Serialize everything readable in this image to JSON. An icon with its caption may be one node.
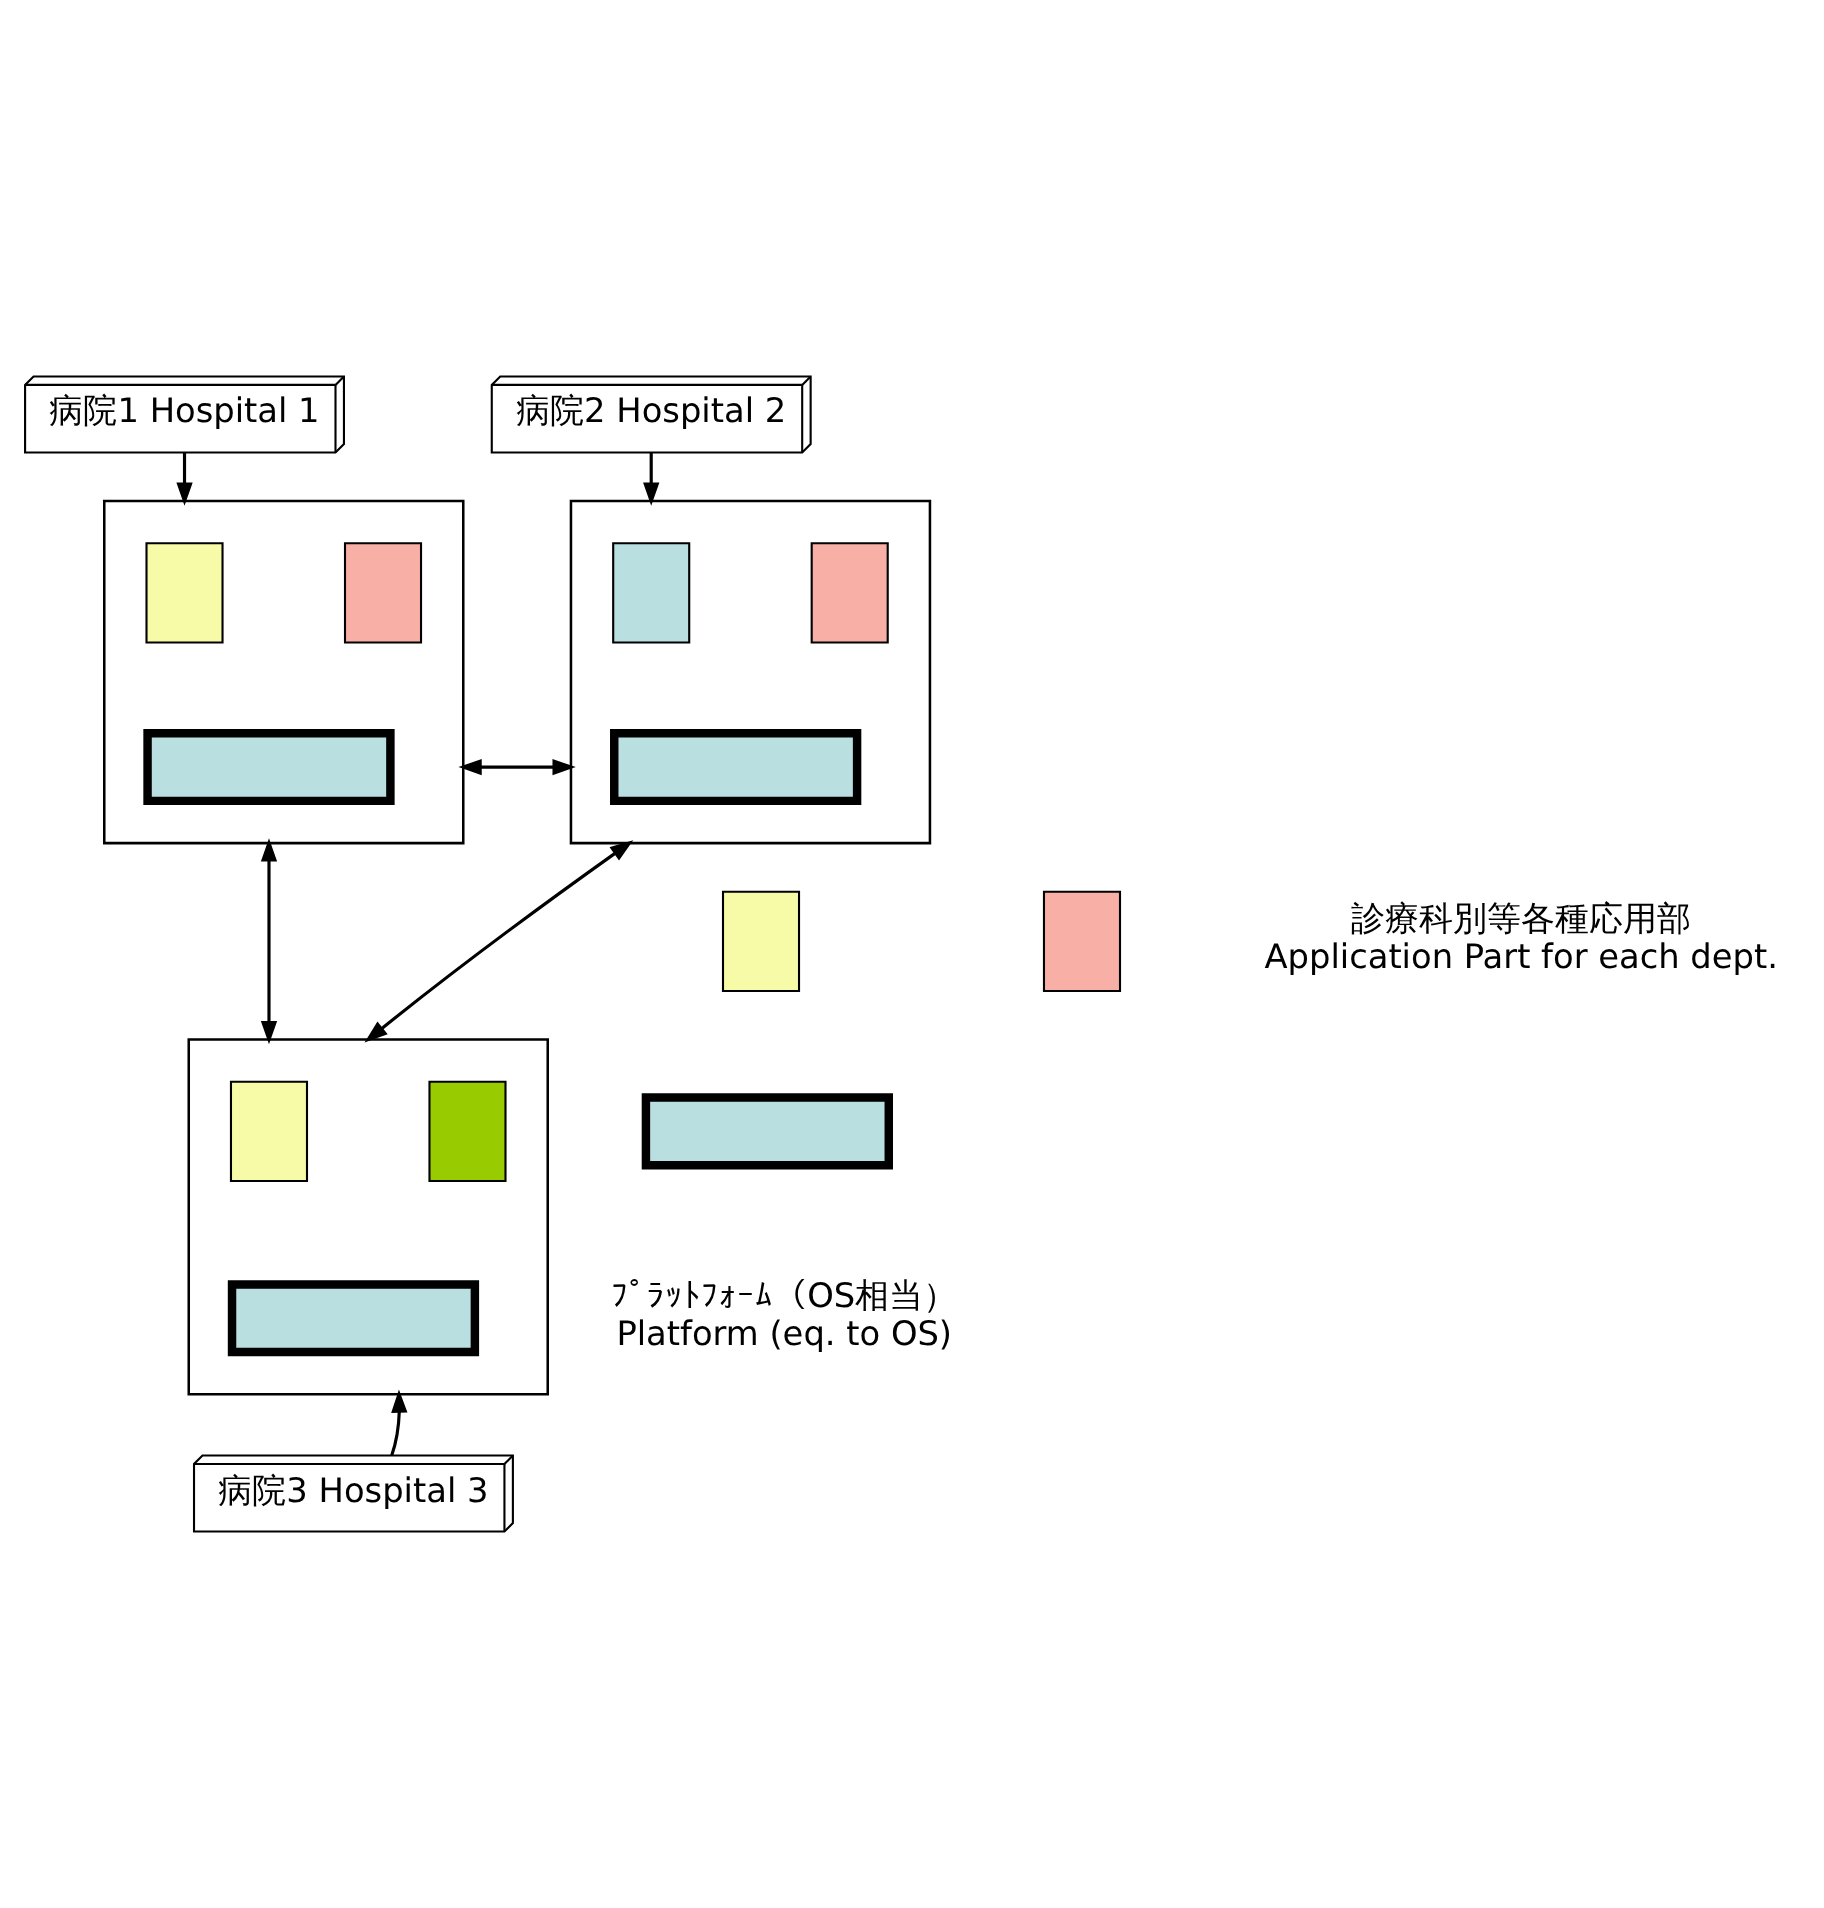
{
  "diagram": {
    "nodes": [
      {
        "text": [
          "病院1 Hospital 1"
        ]
      },
      {
        "text": [
          "病院2 Hospital 2"
        ]
      },
      {
        "text": [],
        "shape": "box"
      },
      {
        "text": [],
        "shape": "box",
        "in": 2
      },
      {
        "text": [],
        "shape": "box",
        "in": 2
      },
      {
        "text": [],
        "shape": "box",
        "in": 2
      },
      {
        "text": [],
        "shape": "box"
      },
      {
        "text": [],
        "shape": "box",
        "in": 6
      },
      {
        "text": [],
        "shape": "box",
        "in": 6
      },
      {
        "text": [],
        "shape": "box",
        "in": 6
      },
      {
        "text": [],
        "shape": "box"
      },
      {
        "text": [],
        "shape": "box",
        "in": 10
      },
      {
        "text": [],
        "shape": "box",
        "in": 10
      },
      {
        "text": [],
        "shape": "box",
        "in": 10
      },
      {
        "text": [
          "病院3 Hospital 3"
        ]
      },
      {
        "text": [],
        "shape": "box"
      },
      {
        "text": [],
        "shape": "box",
        "beside": [
          "診療科別等各種応用部",
          "Application Part for each dept."
        ]
      },
      {
        "text": [],
        "shape": "box",
        "beside": [
          "ﾌﾟﾗｯﾄﾌｫｰﾑ（OS相当）",
          "Platform (eq. to OS)"
        ]
      }
    ],
    "edges": [
      {
        "from": 0,
        "to": 2,
        "arrow": "to"
      },
      {
        "from": 1,
        "to": 6,
        "arrow": "to"
      },
      {
        "from": 2,
        "to": 6,
        "arrow": "both"
      },
      {
        "from": 2,
        "to": 10,
        "arrow": "both"
      },
      {
        "from": 6,
        "to": 10,
        "arrow": "both"
      },
      {
        "from": 14,
        "to": 10,
        "arrow": "to"
      }
    ]
  }
}
